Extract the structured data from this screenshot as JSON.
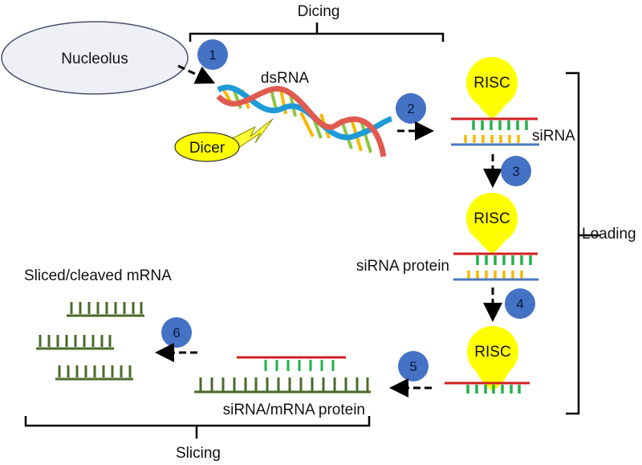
{
  "labels": {
    "dicing": "Dicing",
    "loading": "Loading",
    "slicing": "Slicing",
    "nucleolus": "Nucleolus",
    "dsrna": "dsRNA",
    "dicer": "Dicer",
    "sirna": "siRNA",
    "sirna_protein": "siRNA protein",
    "sirna_mrna_protein": "siRNA/mRNA protein",
    "sliced_mrna": "Sliced/cleaved mRNA",
    "risc": "RISC"
  },
  "steps": [
    "1",
    "2",
    "3",
    "4",
    "5",
    "6"
  ],
  "colors": {
    "step_badge": "#4472c4",
    "risc": "#ffff00",
    "guide_strand": "#d01f1f",
    "passenger_strand": "#4a7ac0",
    "green_base": "#22b14c",
    "yellow_base": "#f5b800",
    "mrna": "#4b6a2a",
    "nucleolus_fill": "#eef0f6"
  }
}
